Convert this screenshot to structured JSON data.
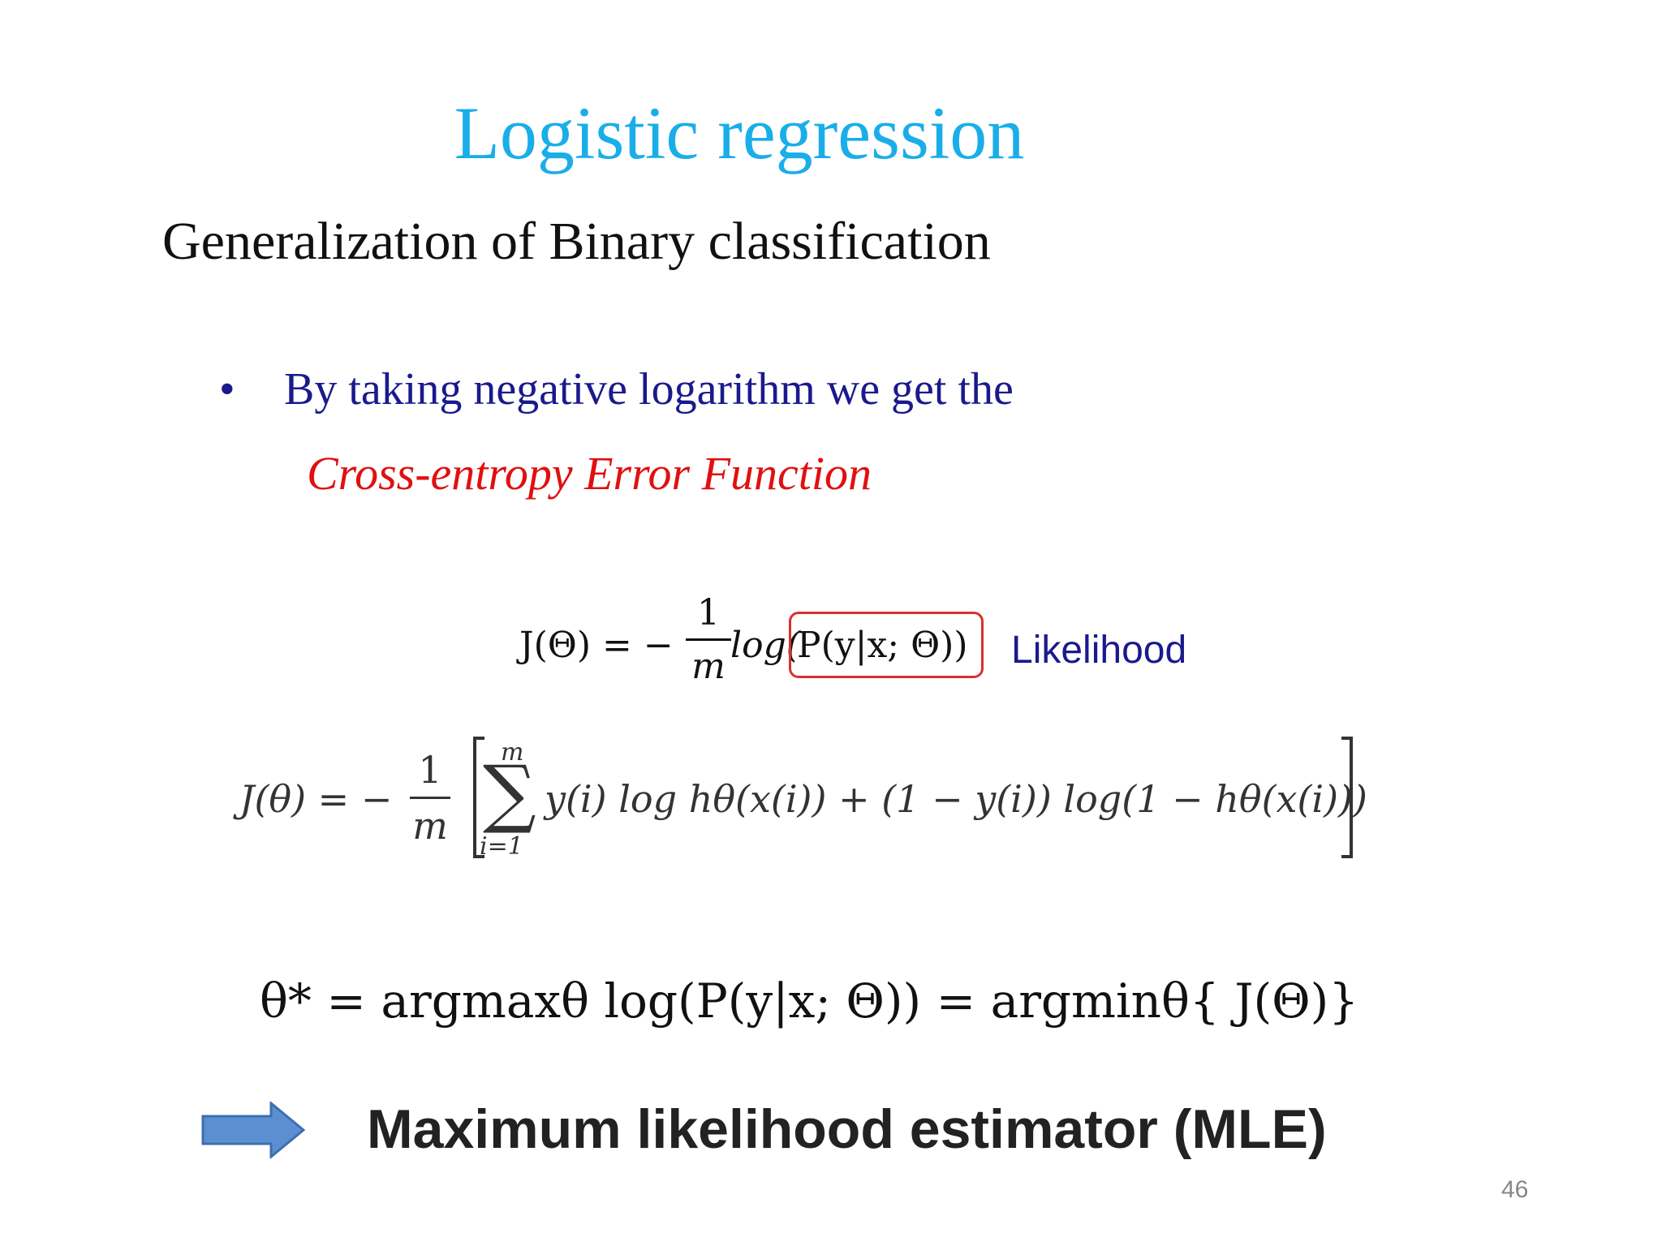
{
  "slide": {
    "title": "Logistic regression",
    "subtitle": "Generalization of Binary classification",
    "bullet": {
      "marker": "•",
      "text": "By taking negative logarithm we get the",
      "emphasis": "Cross-entropy Error Function"
    },
    "eq1": {
      "lhs": "J(Θ) = −",
      "frac_num": "1",
      "frac_den": "m",
      "log": "log(",
      "boxed": "P(y|x; Θ))",
      "annotation": "Likelihood"
    },
    "eq2": {
      "lhs": "J(θ) = −",
      "frac_num": "1",
      "frac_den": "m",
      "sum_upper": "m",
      "sigma": "∑",
      "sum_lower": "i=1",
      "body": "y(i) log hθ(x(i)) + (1 − y(i)) log(1 − hθ(x(i)))"
    },
    "eq3": {
      "text": "θ* = argmaxθ log(P(y|x; Θ))  = argminθ{ J(Θ)}"
    },
    "conclusion": "Maximum likelihood estimator (MLE)",
    "page_number": "46",
    "colors": {
      "title": "#1aaee8",
      "bullet_text": "#1a1a8c",
      "emphasis": "#e01010",
      "box_outline": "#d9312b",
      "arrow_fill": "#5b8fd1"
    }
  }
}
